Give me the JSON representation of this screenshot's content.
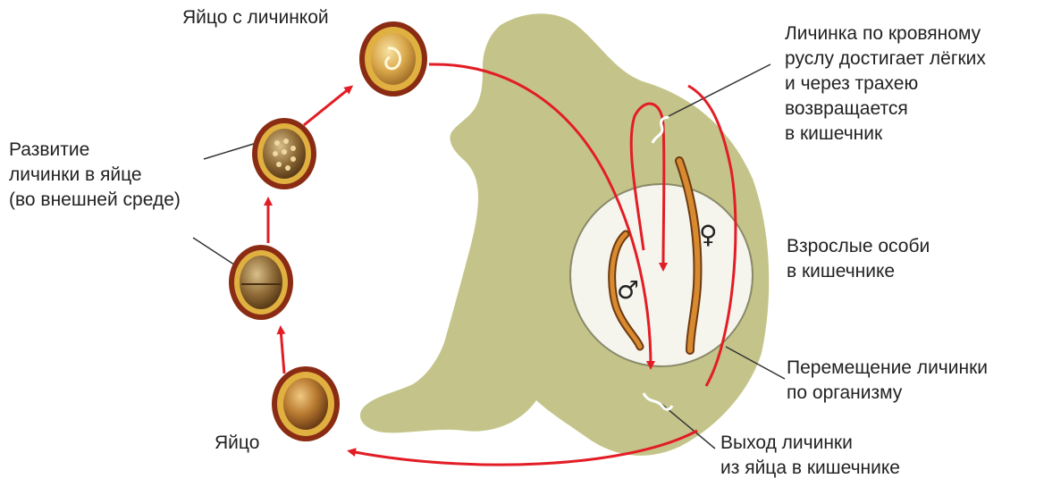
{
  "colors": {
    "silhouette": "#c4c48a",
    "arrow": "#e21d25",
    "egg_shell": "#8a2c14",
    "egg_rim": "#e0b040",
    "worm": "#c8741e",
    "intestine_fill": "#f5f5ee",
    "leader_line": "#333333"
  },
  "icons": {
    "male": "♂",
    "female": "♀"
  },
  "labels": {
    "egg_with_larva": "Яйцо с личинкой",
    "development": [
      "Развитие",
      "личинки в яйце",
      "(во внешней среде)"
    ],
    "egg": "Яйцо",
    "lungs": [
      "Личинка по кровяному",
      "руслу достигает лёгких",
      "и через трахею",
      "возвращается",
      "в кишечник"
    ],
    "adults": [
      "Взрослые особи",
      "в кишечнике"
    ],
    "migration": [
      "Перемещение личинки",
      "по организму"
    ],
    "exit": [
      "Выход личинки",
      "из яйца в кишечнике"
    ]
  }
}
